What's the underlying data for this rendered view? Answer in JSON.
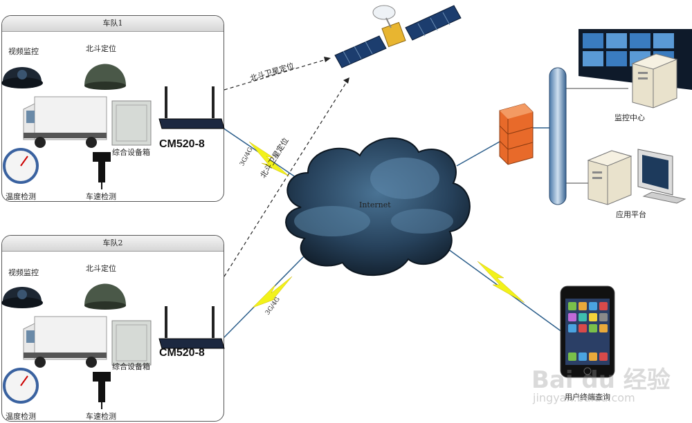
{
  "fleet1": {
    "title": "车队1",
    "video": "视频监控",
    "beidou": "北斗定位",
    "equipment_box": "综合设备箱",
    "router_model": "CM520-8",
    "temperature": "温度检测",
    "speed": "车速检测"
  },
  "fleet2": {
    "title": "车队2",
    "video": "视频监控",
    "beidou": "北斗定位",
    "equipment_box": "综合设备箱",
    "router_model": "CM520-8",
    "temperature": "温度检测",
    "speed": "车速检测"
  },
  "links": {
    "sat_link_top": "北斗卫星定位",
    "sat_link_bottom": "北斗卫星定位",
    "wireless_top": "3G/4G",
    "wireless_bottom": "3G/4G"
  },
  "cloud": {
    "label": "Internet"
  },
  "right": {
    "monitor_center": "监控中心",
    "app_platform": "应用平台",
    "phone": "用户终端查询"
  },
  "watermark": {
    "brand": "Bai du 经验",
    "url": "jingyan.baidu.com"
  },
  "colors": {
    "cloud_dark": "#1b2a3a",
    "cloud_light": "#4a7394",
    "lightning": "#f2f21a",
    "firewall": "#e86a2a",
    "link_line": "#2a5d8a"
  },
  "icons": [
    "dome-camera-icon",
    "gps-antenna-icon",
    "truck-icon",
    "equipment-box-icon",
    "router-icon",
    "thermometer-gauge-icon",
    "speed-sensor-icon",
    "satellite-icon",
    "cloud-icon",
    "firewall-icon",
    "network-bus-icon",
    "video-wall-icon",
    "server-icon",
    "desktop-computer-icon",
    "smartphone-icon",
    "lightning-icon"
  ]
}
